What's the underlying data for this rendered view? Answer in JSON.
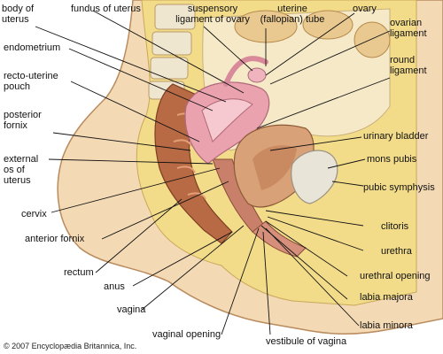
{
  "labels": {
    "body_of_uterus": "body of\nuterus",
    "fundus_of_uterus": "fundus of uterus",
    "suspensory_ligament": "suspensory\nligament of ovary",
    "uterine_tube": "uterine\n(fallopian) tube",
    "ovary": "ovary",
    "ovarian_ligament": "ovarian\nligament",
    "endometrium": "endometrium",
    "recto_uterine_pouch": "recto-uterine\npouch",
    "round_ligament": "round\nligament",
    "posterior_fornix": "posterior\nfornix",
    "urinary_bladder": "urinary bladder",
    "external_os": "external\nos of\nuterus",
    "mons_pubis": "mons pubis",
    "pubic_symphysis": "pubic symphysis",
    "cervix": "cervix",
    "clitoris": "clitoris",
    "anterior_fornix": "anterior fornix",
    "urethra": "urethra",
    "rectum": "rectum",
    "urethral_opening": "urethral opening",
    "anus": "anus",
    "labia_majora": "labia majora",
    "vagina": "vagina",
    "labia_minora": "labia minora",
    "vaginal_opening": "vaginal opening",
    "vestibule": "vestibule of vagina"
  },
  "credit": "© 2007 Encyclopædia Britannica, Inc.",
  "colors": {
    "skin": "#f3d9b4",
    "fat": "#f2dc8a",
    "uterus_pink": "#e9a2ae",
    "muscle": "#c9806a",
    "rectum": "#b86a45",
    "bladder": "#d9a178",
    "bone": "#e9e4d8",
    "leader": "#111111"
  }
}
